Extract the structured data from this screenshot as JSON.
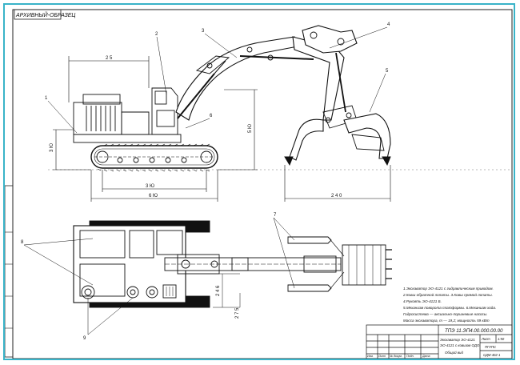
{
  "sheet": {
    "top_stamp": "АРХИВНЫЙ-ОБРАЗЕЦ",
    "frame_color": "#39b3c8"
  },
  "dimensions": {
    "overall_height_left": "3 Ю",
    "cab_width_top": "2 5",
    "boom_height": "5 Ю",
    "track_length": "3 Ю",
    "overall_length": "6 Ю",
    "bucket_width": "2 4 0",
    "plan_width": "2 4 6",
    "plan_track": "2 7 5"
  },
  "callouts": {
    "c1": "1",
    "c2": "2",
    "c3": "3",
    "c4": "4",
    "c5": "5",
    "c6": "6",
    "c7": "7",
    "c8": "8",
    "c9": "9"
  },
  "notes": [
    "1.Экскаватор ЭО-4121 с гидравлическим приводом.",
    "2.Ковш обратной лопаты.  3.Ковш прямой лопаты.",
    "4.Рукоять ЭО-4121 Б.",
    "5.Механизм поворота платформы. 6.Механизм хода.",
    "Гидросистема — аксиально-поршневые насосы.",
    "Масса экскаватора, т — 19,2; мощность 59 кВт"
  ],
  "title_block": {
    "doc_code": "ТПЭ 11.ЭП4.00.000.00.00",
    "name_line1": "Экскаватор ЭО-4121",
    "name_line2": "ЭО-4121 с ковшом ОДО.",
    "name_line3": "Общий вид",
    "sheet_label": "Лист",
    "scale": "1:50",
    "org": "ПГУПС",
    "group": "СДМ-402-1",
    "rows": [
      "Изм.",
      "Лист",
      "№ докум.",
      "Подп.",
      "Дата"
    ]
  }
}
